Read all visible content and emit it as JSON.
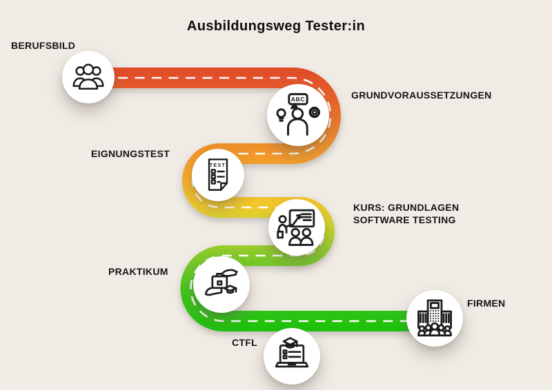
{
  "title": "Ausbildungsweg Tester:in",
  "background_color": "#f0ebe5",
  "road": {
    "centerline_color": "#ffffff",
    "gradient": [
      "#df4a28",
      "#ea6c2d",
      "#f0912b",
      "#f5ab2b",
      "#f2c92c",
      "#cdd42d",
      "#8bca2c",
      "#44c31d",
      "#1bc20c"
    ]
  },
  "steps": [
    {
      "label": "BERUFSBILD",
      "icon": "team-icon"
    },
    {
      "label": "GRUNDVORAUSSETZUNGEN",
      "icon": "person-language-icon"
    },
    {
      "label": "EIGNUNGSTEST",
      "icon": "test-checklist-icon"
    },
    {
      "label": "KURS: GRUNDLAGEN",
      "label2": "SOFTWARE TESTING",
      "icon": "training-presentation-icon"
    },
    {
      "label": "PRAKTIKUM",
      "icon": "briefcase-handover-icon"
    },
    {
      "label": "FIRMEN",
      "icon": "company-building-icon"
    },
    {
      "label": "CTFL",
      "icon": "elearning-laptop-icon"
    }
  ],
  "icon_labels": {
    "speech_bubble": "ABC",
    "test_document": "TEST"
  }
}
